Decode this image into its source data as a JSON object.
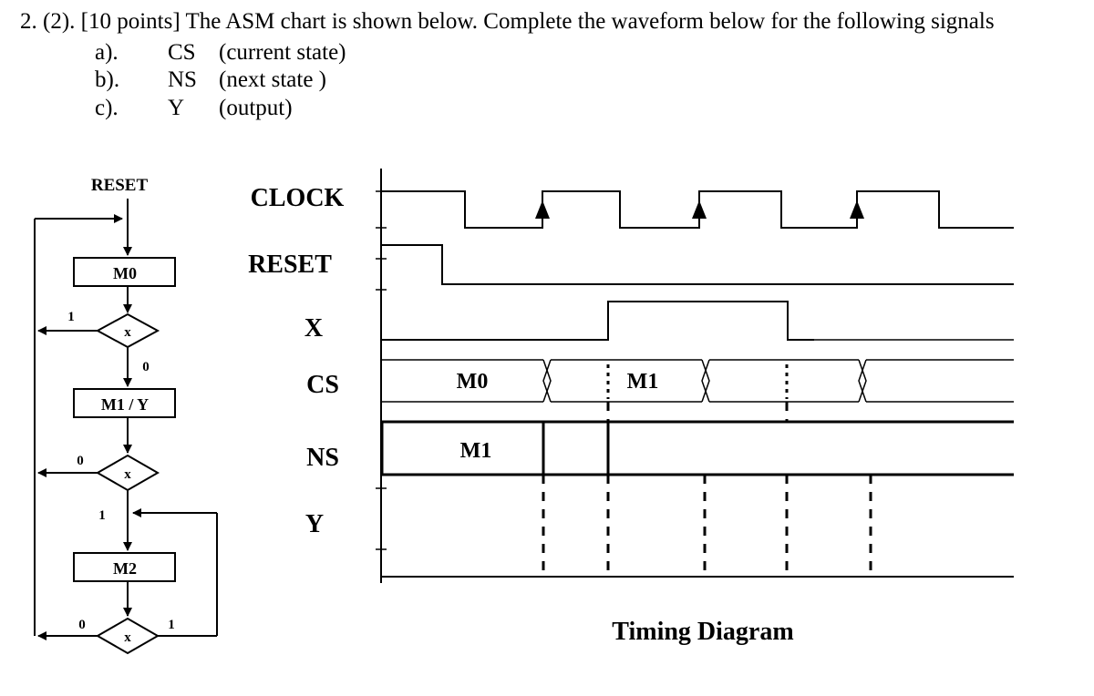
{
  "question": {
    "line": "2. (2). [10 points] The ASM chart is shown below.   Complete the waveform below for the following signals",
    "items": [
      {
        "label": "a).",
        "signal": "CS",
        "desc": "(current state)"
      },
      {
        "label": "b).",
        "signal": "NS",
        "desc": "(next  state )"
      },
      {
        "label": "c).",
        "signal": "Y",
        "desc": "(output)"
      }
    ]
  },
  "asm": {
    "reset_label": "RESET",
    "states": [
      "M0",
      "M1 / Y",
      "M2"
    ],
    "decision_var": "x",
    "d1_exit": "1",
    "d1_continue": "0",
    "d2_exit": "0",
    "d2_continue": "1",
    "d3_exit": "0",
    "d3_loop": "1"
  },
  "timing": {
    "signals": [
      "CLOCK",
      "RESET",
      "X",
      "CS",
      "NS",
      "Y"
    ],
    "cs_values": [
      "M0",
      "M1"
    ],
    "ns_values": [
      "M1"
    ],
    "caption": "Timing Diagram"
  }
}
